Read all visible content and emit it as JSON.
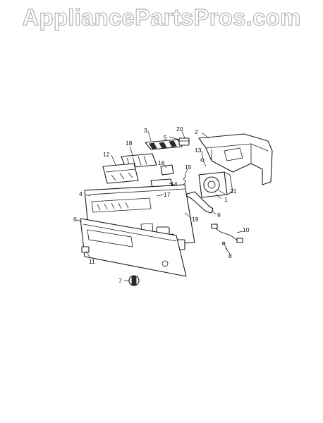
{
  "watermark": {
    "text": "AppliancePartsPros.com"
  },
  "callouts": [
    {
      "id": "1",
      "label": "1"
    },
    {
      "id": "2",
      "label": "2"
    },
    {
      "id": "3",
      "label": "3"
    },
    {
      "id": "4",
      "label": "4"
    },
    {
      "id": "5",
      "label": "5"
    },
    {
      "id": "6",
      "label": "6"
    },
    {
      "id": "7",
      "label": "7"
    },
    {
      "id": "8",
      "label": "8"
    },
    {
      "id": "9",
      "label": "9"
    },
    {
      "id": "10",
      "label": "10"
    },
    {
      "id": "11",
      "label": "11"
    },
    {
      "id": "12",
      "label": "12"
    },
    {
      "id": "13",
      "label": "13"
    },
    {
      "id": "14",
      "label": "14"
    },
    {
      "id": "15",
      "label": "15"
    },
    {
      "id": "16",
      "label": "16"
    },
    {
      "id": "17",
      "label": "17"
    },
    {
      "id": "18",
      "label": "18"
    },
    {
      "id": "19",
      "label": "19"
    },
    {
      "id": "20",
      "label": "20"
    },
    {
      "id": "21",
      "label": "21"
    }
  ]
}
